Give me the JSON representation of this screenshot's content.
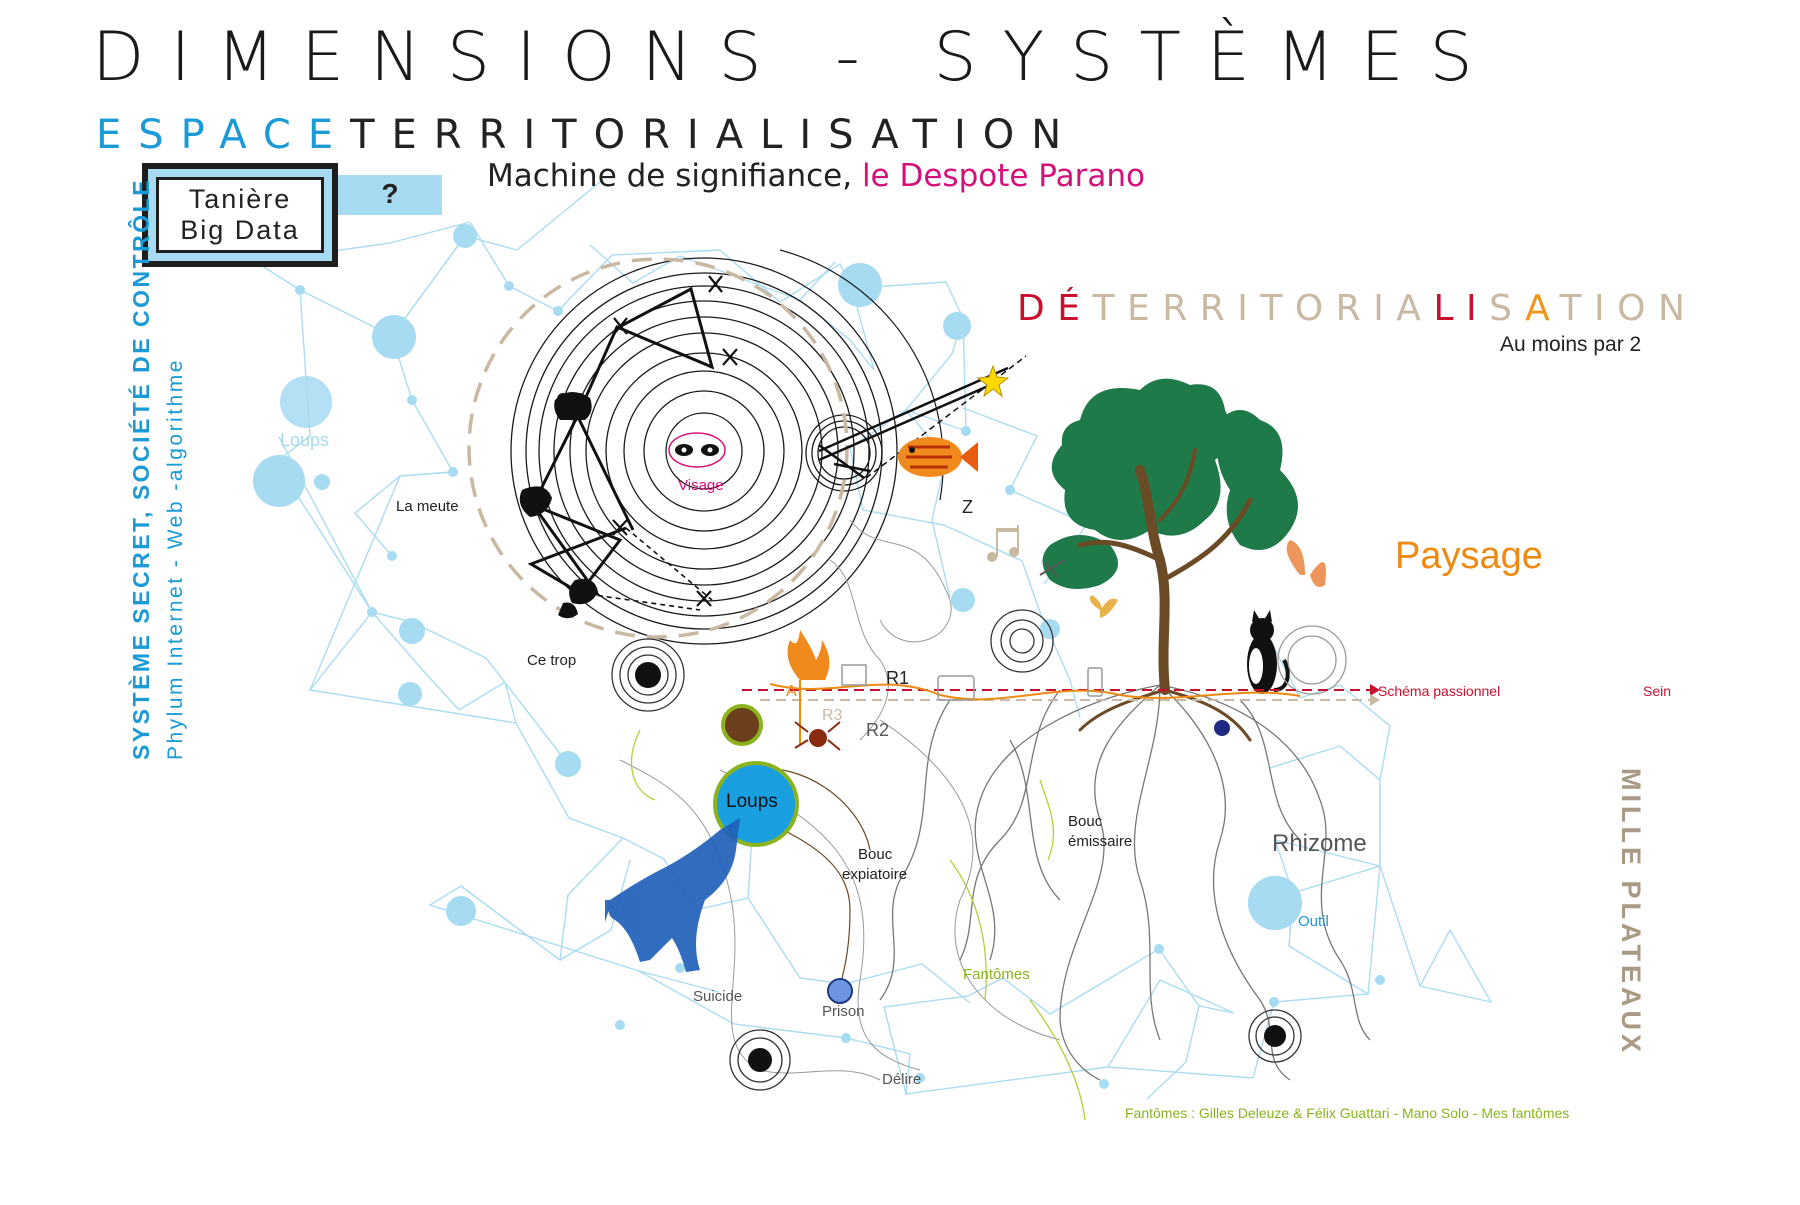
{
  "title": "DIMENSIONS - SYSTÈMES",
  "subtitle": {
    "espace": "ESPACE",
    "territorialisation": "TERRITORIALISATION"
  },
  "machine_line": {
    "prefix": "Machine de signifiance,",
    "despote": "le Despote Parano"
  },
  "taniere": {
    "line1": "Tanière",
    "line2": "Big Data"
  },
  "question_mark": "?",
  "vertical_left": {
    "line1": "SYSTÈME SECRET, SOCIÉTÉ DE CONTRÔLE",
    "line2": "Phylum Internet - Web -algorithme"
  },
  "vertical_right": "MILLE PLATEAUX",
  "deterritorialisation": {
    "parts": [
      "DÉ",
      "TERRITORIA",
      "LI",
      "S",
      "A",
      "TION"
    ],
    "part_colors": [
      "#c8102e",
      "#c9b9a2",
      "#c8102e",
      "#c9b9a2",
      "#f0961e",
      "#c9b9a2"
    ]
  },
  "au_moins": "Au moins par 2",
  "paysage": "Paysage",
  "labels": {
    "loups_faded": "Loups",
    "la_meute": "La meute",
    "visage": "Visage",
    "z": "Z",
    "ce_trop": "Ce trop",
    "a": "A",
    "r1": "R1",
    "r2": "R2",
    "r3": "R3",
    "loups": "Loups",
    "bouc_expiatoire_1": "Bouc",
    "bouc_expiatoire_2": "expiatoire",
    "bouc_emissaire_1": "Bouc",
    "bouc_emissaire_2": "émissaire",
    "rhizome": "Rhizome",
    "outil": "Outil",
    "fantomes": "Fantômes",
    "suicide": "Suicide",
    "prison": "Prison",
    "delire": "Délire",
    "schema_passionnel": "Schéma passionnel",
    "sein": "Sein",
    "credits": "Fantômes : Gilles Deleuze & Félix Guattari - Mano Solo - Mes fantômes"
  },
  "colors": {
    "network_blue": "#a6dbf2",
    "accent_blue": "#1a9ad6",
    "magenta": "#d6107a",
    "red": "#c8102e",
    "orange": "#ec8a12",
    "tan": "#c9b9a2",
    "green_tree": "#1f7a4a",
    "trunk": "#6b4a26",
    "wolf_blue": "#1f5fb8",
    "loups_fill": "#1aa0e0",
    "loups_ring": "#8ab31e"
  }
}
